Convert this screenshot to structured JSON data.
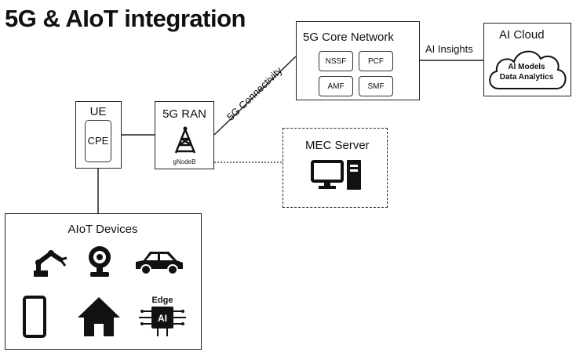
{
  "title": "5G & AIoT integration",
  "ue": {
    "label": "UE",
    "cpe": "CPE"
  },
  "ran": {
    "label": "5G RAN",
    "sub": "gNodeB"
  },
  "connectivity_label": "5G Connectivity",
  "core": {
    "label": "5G Core Network",
    "functions": [
      "NSSF",
      "PCF",
      "AMF",
      "SMF"
    ]
  },
  "insights_label": "AI Insights",
  "cloud": {
    "label": "AI Cloud",
    "line1": "AI Models",
    "line2": "Data Analytics"
  },
  "mec": {
    "label": "MEC Server"
  },
  "devices": {
    "label": "AIoT Devices",
    "edge_label": "Edge",
    "ai_chip_label": "AI",
    "icons": [
      "robot-arm-icon",
      "webcam-icon",
      "car-icon",
      "smartphone-icon",
      "home-icon",
      "edge-ai-chip-icon"
    ]
  }
}
